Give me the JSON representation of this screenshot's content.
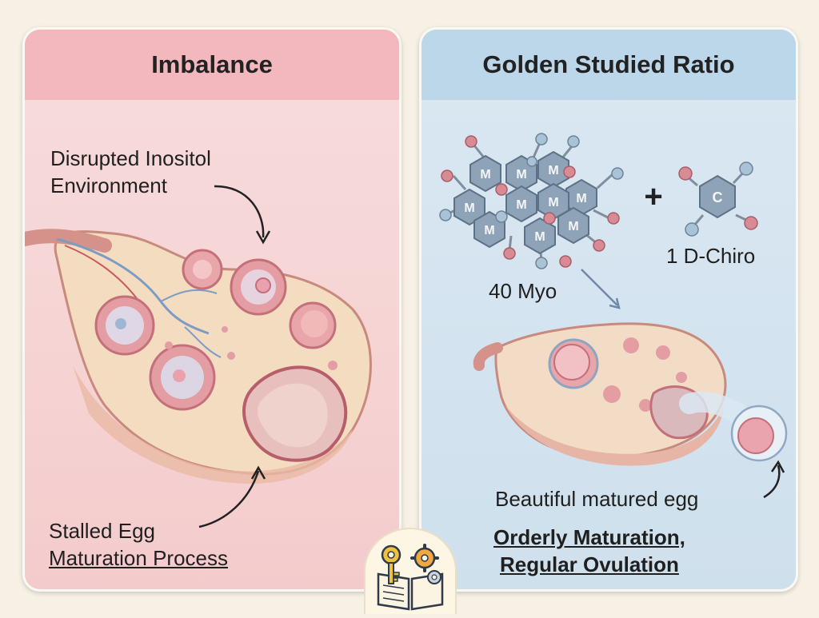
{
  "left_panel": {
    "title": "Imbalance",
    "top_label_line1": "Disrupted Inositol",
    "top_label_line2": "Environment",
    "bottom_label_line1": "Stalled Egg",
    "bottom_label_line2": "Maturation Process"
  },
  "right_panel": {
    "title": "Golden Studied Ratio",
    "myo_letter": "M",
    "chiro_letter": "C",
    "plus_sign": "+",
    "myo_label": "40 Myo",
    "chiro_label": "1 D-Chiro",
    "egg_label": "Beautiful matured egg",
    "outcome_line1": "Orderly Maturation,",
    "outcome_line2": "Regular Ovulation"
  },
  "colors": {
    "left_header": "#f2b8bd",
    "right_header": "#bcd6ea",
    "hexagon": "#8fa3b8",
    "atom_pink": "#d98b95",
    "atom_blue": "#a9c3d6"
  },
  "badge_icons": [
    "key-icon",
    "book-icon",
    "gear-icon"
  ]
}
